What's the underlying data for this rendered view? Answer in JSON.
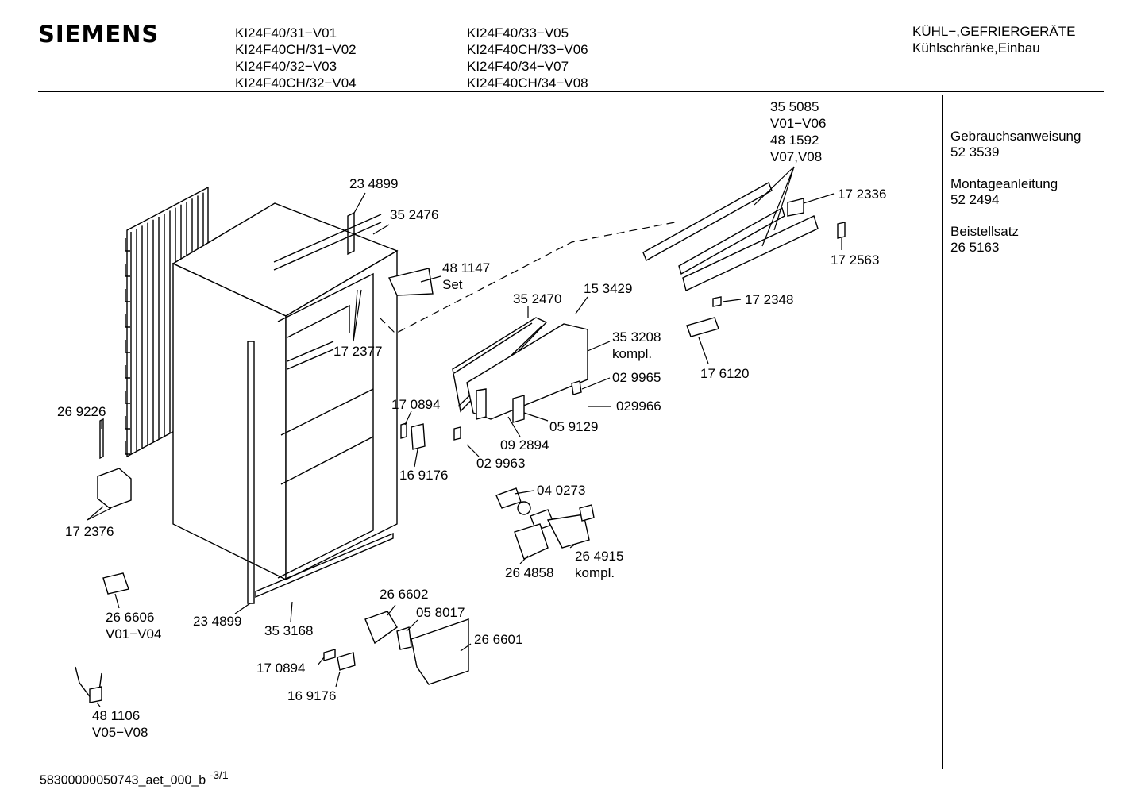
{
  "header": {
    "brand": "SIEMENS",
    "models_col1": [
      "KI24F40/31−V01",
      "KI24F40CH/31−V02",
      "KI24F40/32−V03",
      "KI24F40CH/32−V04"
    ],
    "models_col2": [
      "KI24F40/33−V05",
      "KI24F40CH/33−V06",
      "KI24F40/34−V07",
      "KI24F40CH/34−V08"
    ],
    "category_line1": "KÜHL−,GEFRIERGERÄTE",
    "category_line2": "Kühlschränke,Einbau"
  },
  "docs": [
    {
      "title": "Gebrauchsanweisung",
      "number": "52 3539"
    },
    {
      "title": "Montageanleitung",
      "number": "52 2494"
    },
    {
      "title": "Beistellsatz",
      "number": "26 5163"
    }
  ],
  "footer": {
    "code": "58300000050743_aet_000_b",
    "page": "-3/1"
  },
  "parts": [
    {
      "id": "p355085",
      "lines": [
        "35 5085",
        "V01−V06",
        "48 1592",
        "V07,V08"
      ]
    },
    {
      "id": "p234899a",
      "lines": [
        "23 4899"
      ]
    },
    {
      "id": "p352476",
      "lines": [
        "35 2476"
      ]
    },
    {
      "id": "p172336",
      "lines": [
        "17 2336"
      ]
    },
    {
      "id": "p172563",
      "lines": [
        "17 2563"
      ]
    },
    {
      "id": "p481147",
      "lines": [
        "48 1147",
        "Set"
      ]
    },
    {
      "id": "p153429",
      "lines": [
        "15 3429"
      ]
    },
    {
      "id": "p352470",
      "lines": [
        "35 2470"
      ]
    },
    {
      "id": "p172348",
      "lines": [
        "17 2348"
      ]
    },
    {
      "id": "p353208",
      "lines": [
        "35 3208",
        "kompl."
      ]
    },
    {
      "id": "p172377",
      "lines": [
        "17 2377"
      ]
    },
    {
      "id": "p176120",
      "lines": [
        "17 6120"
      ]
    },
    {
      "id": "p029965",
      "lines": [
        "02 9965"
      ]
    },
    {
      "id": "p029966",
      "lines": [
        "029966"
      ]
    },
    {
      "id": "p170894a",
      "lines": [
        "17 0894"
      ]
    },
    {
      "id": "p269226",
      "lines": [
        "26 9226"
      ]
    },
    {
      "id": "p059129",
      "lines": [
        "05 9129"
      ]
    },
    {
      "id": "p092894",
      "lines": [
        "09 2894"
      ]
    },
    {
      "id": "p029963",
      "lines": [
        "02 9963"
      ]
    },
    {
      "id": "p169176a",
      "lines": [
        "16 9176"
      ]
    },
    {
      "id": "p040273",
      "lines": [
        "04 0273"
      ]
    },
    {
      "id": "p172376",
      "lines": [
        "17 2376"
      ]
    },
    {
      "id": "p264915",
      "lines": [
        "26 4915",
        "kompl."
      ]
    },
    {
      "id": "p264858",
      "lines": [
        "26 4858"
      ]
    },
    {
      "id": "p266602",
      "lines": [
        "26 6602"
      ]
    },
    {
      "id": "p266606",
      "lines": [
        "26 6606",
        "V01−V04"
      ]
    },
    {
      "id": "p234899b",
      "lines": [
        "23 4899"
      ]
    },
    {
      "id": "p353168",
      "lines": [
        "35 3168"
      ]
    },
    {
      "id": "p058017",
      "lines": [
        "05 8017"
      ]
    },
    {
      "id": "p266601",
      "lines": [
        "26 6601"
      ]
    },
    {
      "id": "p170894b",
      "lines": [
        "17 0894"
      ]
    },
    {
      "id": "p169176b",
      "lines": [
        "16 9176"
      ]
    },
    {
      "id": "p481106",
      "lines": [
        "48 1106",
        "V05−V08"
      ]
    }
  ]
}
